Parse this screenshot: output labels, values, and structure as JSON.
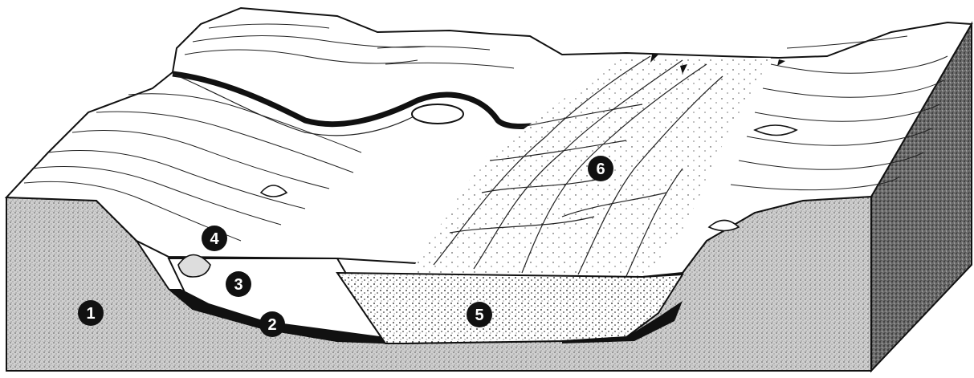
{
  "diagram": {
    "markers": [
      {
        "id": "1",
        "label": "1"
      },
      {
        "id": "2",
        "label": "2"
      },
      {
        "id": "3",
        "label": "3"
      },
      {
        "id": "4",
        "label": "4"
      },
      {
        "id": "5",
        "label": "5"
      },
      {
        "id": "6",
        "label": "6"
      }
    ],
    "colors": {
      "ink": "#111111",
      "paper": "#ffffff",
      "bedrock_fill": "#bdbdbd",
      "gravel_fill": "#ffffff"
    }
  }
}
